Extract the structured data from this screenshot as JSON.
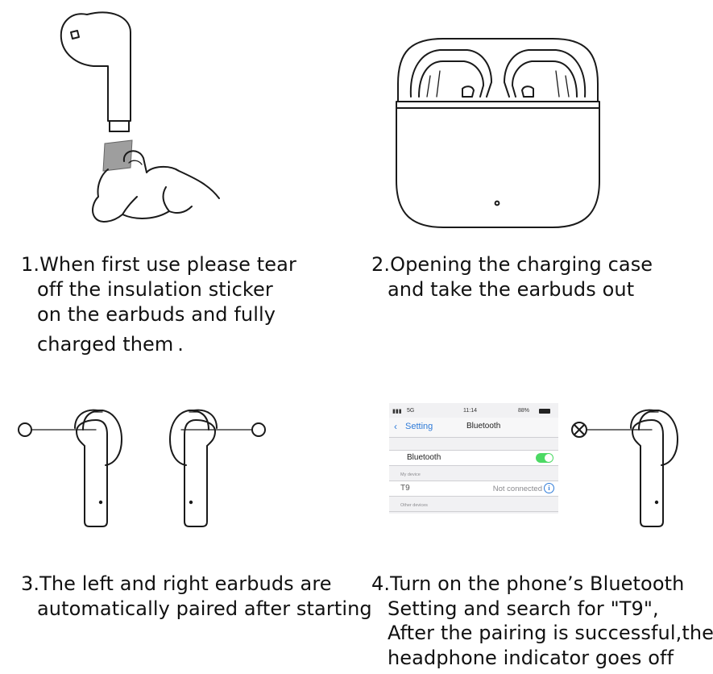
{
  "steps": [
    {
      "lines": [
        "1.When first use please tear",
        "off the insulation sticker",
        "on the earbuds and fully",
        "charged them ."
      ]
    },
    {
      "lines": [
        "2.Opening the charging case",
        "and take the earbuds out"
      ]
    },
    {
      "lines": [
        "3.The left and right earbuds are",
        "automatically paired after starting"
      ]
    },
    {
      "lines": [
        "4.Turn on the phone’s Bluetooth",
        "Setting and search for \"T9\",",
        "After the pairing is successful,the",
        "headphone indicator goes off"
      ]
    }
  ],
  "phone": {
    "status": {
      "signal": "5G",
      "time": "11:14",
      "battery": "88%"
    },
    "back_label": "Setting",
    "title": "Bluetooth",
    "bluetooth_label": "Bluetooth",
    "bluetooth_on": true,
    "my_devices_header": "My device",
    "device_name": "T9",
    "device_status": "Not connected",
    "other_devices_header": "Other devices",
    "info_glyph": "i",
    "accent_color": "#2f7bd8",
    "toggle_color": "#4cd964"
  },
  "icons": [
    "earbud-icon",
    "finger-icon",
    "charging-case-icon",
    "indicator-off-icon",
    "back-chevron-icon",
    "info-icon"
  ]
}
